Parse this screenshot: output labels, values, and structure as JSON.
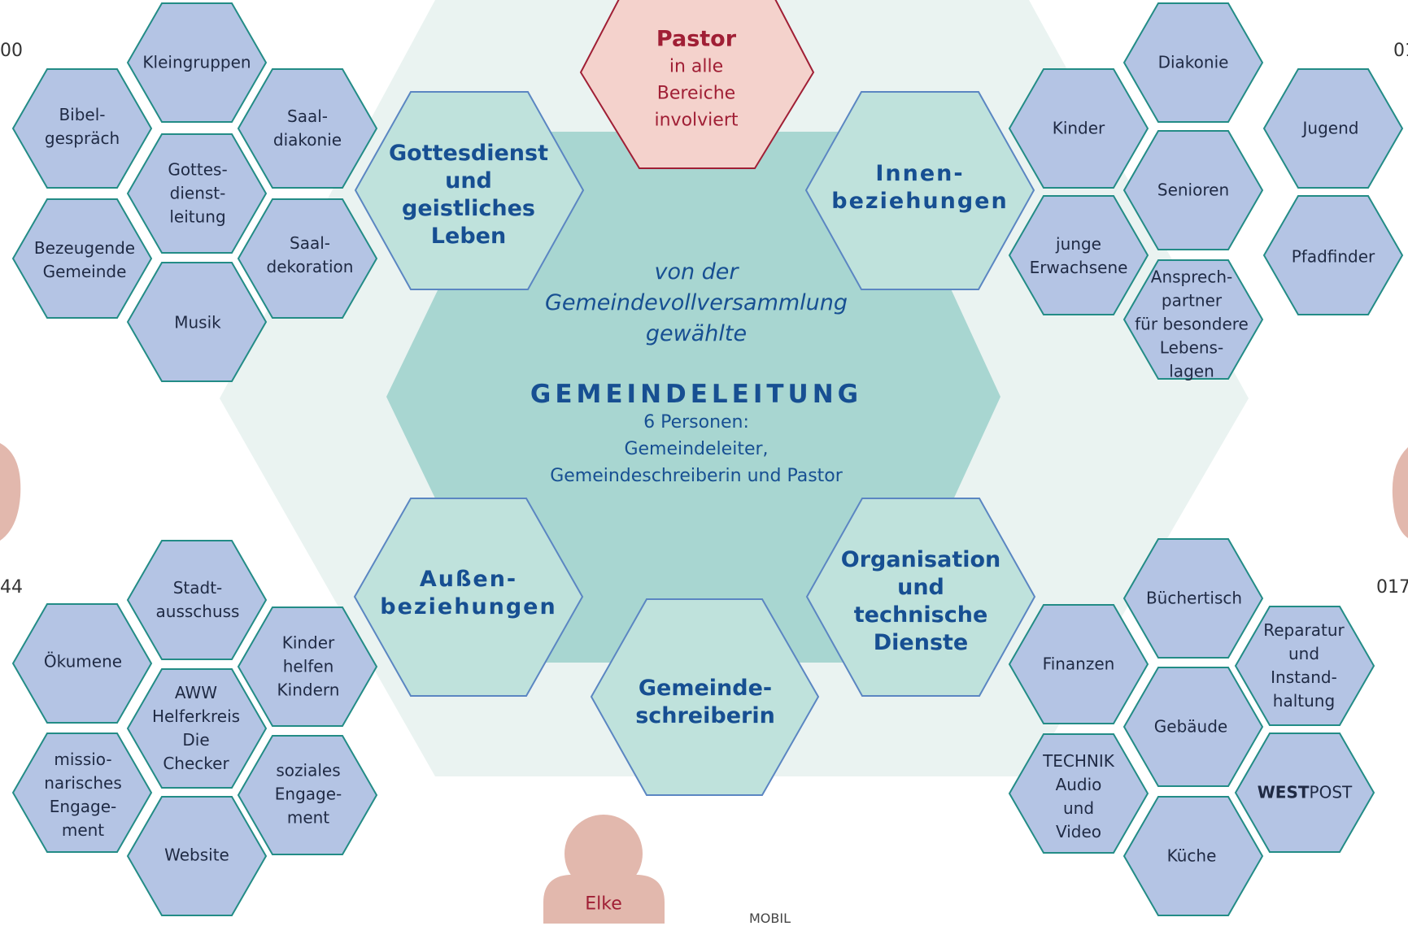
{
  "colors": {
    "outer_hex": "#eaf3f1",
    "inner_hex": "#a8d6d1",
    "area_fill": "#bfe2dc",
    "area_stroke": "#5b86c2",
    "small_fill": "#b4c4e4",
    "small_stroke": "#238c86",
    "pastor_fill": "#f4d2cc",
    "pastor_stroke": "#a01f35",
    "person_fill": "#e2b8ad"
  },
  "center": {
    "line1": "von der",
    "line2": "Gemeindevollversammlung",
    "line3": "gewählte",
    "title": "GEMEINDELEITUNG",
    "persons": "6 Personen:",
    "roles1": "Gemeindeleiter,",
    "roles2": "Gemeindeschreiberin und Pastor"
  },
  "pastor": {
    "title": "Pastor",
    "line1": "in alle",
    "line2": "Bereiche",
    "line3": "involviert"
  },
  "areas": {
    "gottesdienst": {
      "l1": "Gottesdienst",
      "l2": "und",
      "l3": "geistliches",
      "l4": "Leben"
    },
    "innen": {
      "l1": "Innen-",
      "l2": "beziehungen"
    },
    "aussen": {
      "l1": "Außen-",
      "l2": "beziehungen"
    },
    "organisation": {
      "l1": "Organisation",
      "l2": "und",
      "l3": "technische",
      "l4": "Dienste"
    },
    "schreiberin": {
      "l1": "Gemeinde-",
      "l2": "schreiberin"
    }
  },
  "groups": {
    "kleingruppen": {
      "l1": "Kleingruppen"
    },
    "bibel": {
      "l1": "Bibel-",
      "l2": "gespräch"
    },
    "saaldiakonie": {
      "l1": "Saal-",
      "l2": "diakonie"
    },
    "gottesdienstleitung": {
      "l1": "Gottes-",
      "l2": "dienst-",
      "l3": "leitung"
    },
    "bezeugende": {
      "l1": "Bezeugende",
      "l2": "Gemeinde"
    },
    "saaldekoration": {
      "l1": "Saal-",
      "l2": "dekoration"
    },
    "musik": {
      "l1": "Musik"
    },
    "diakonie": {
      "l1": "Diakonie"
    },
    "kinder": {
      "l1": "Kinder"
    },
    "jugend": {
      "l1": "Jugend"
    },
    "senioren": {
      "l1": "Senioren"
    },
    "junge": {
      "l1": "junge",
      "l2": "Erwachsene"
    },
    "pfadfinder": {
      "l1": "Pfadfinder"
    },
    "ansprech": {
      "l1": "Ansprech-",
      "l2": "partner",
      "l3": "für besondere",
      "l4": "Lebens-",
      "l5": "lagen"
    },
    "stadt": {
      "l1": "Stadt-",
      "l2": "ausschuss"
    },
    "oekumene": {
      "l1": "Ökumene"
    },
    "kinderhelfen": {
      "l1": "Kinder",
      "l2": "helfen",
      "l3": "Kindern"
    },
    "aww": {
      "l1": "AWW",
      "l2": "Helferkreis",
      "l3": "Die",
      "l4": "Checker"
    },
    "missio": {
      "l1": "missio-",
      "l2": "narisches",
      "l3": "Engage-",
      "l4": "ment"
    },
    "sozial": {
      "l1": "soziales",
      "l2": "Engage-",
      "l3": "ment"
    },
    "website": {
      "l1": "Website"
    },
    "buecher": {
      "l1": "Büchertisch"
    },
    "finanzen": {
      "l1": "Finanzen"
    },
    "reparatur": {
      "l1": "Reparatur",
      "l2": "und",
      "l3": "Instand-",
      "l4": "haltung"
    },
    "gebaeude": {
      "l1": "Gebäude"
    },
    "technik": {
      "l1": "TECHNIK",
      "l2": "Audio",
      "l3": "und",
      "l4": "Video"
    },
    "westpost": {
      "bold": "WEST",
      "rest": "POST"
    },
    "kueche": {
      "l1": "Küche"
    }
  },
  "edge_labels": {
    "tl": "00",
    "tr": "01",
    "bl": "44",
    "br": "017"
  },
  "people": {
    "elke": "Elke"
  },
  "footer_text": "MOBIL"
}
